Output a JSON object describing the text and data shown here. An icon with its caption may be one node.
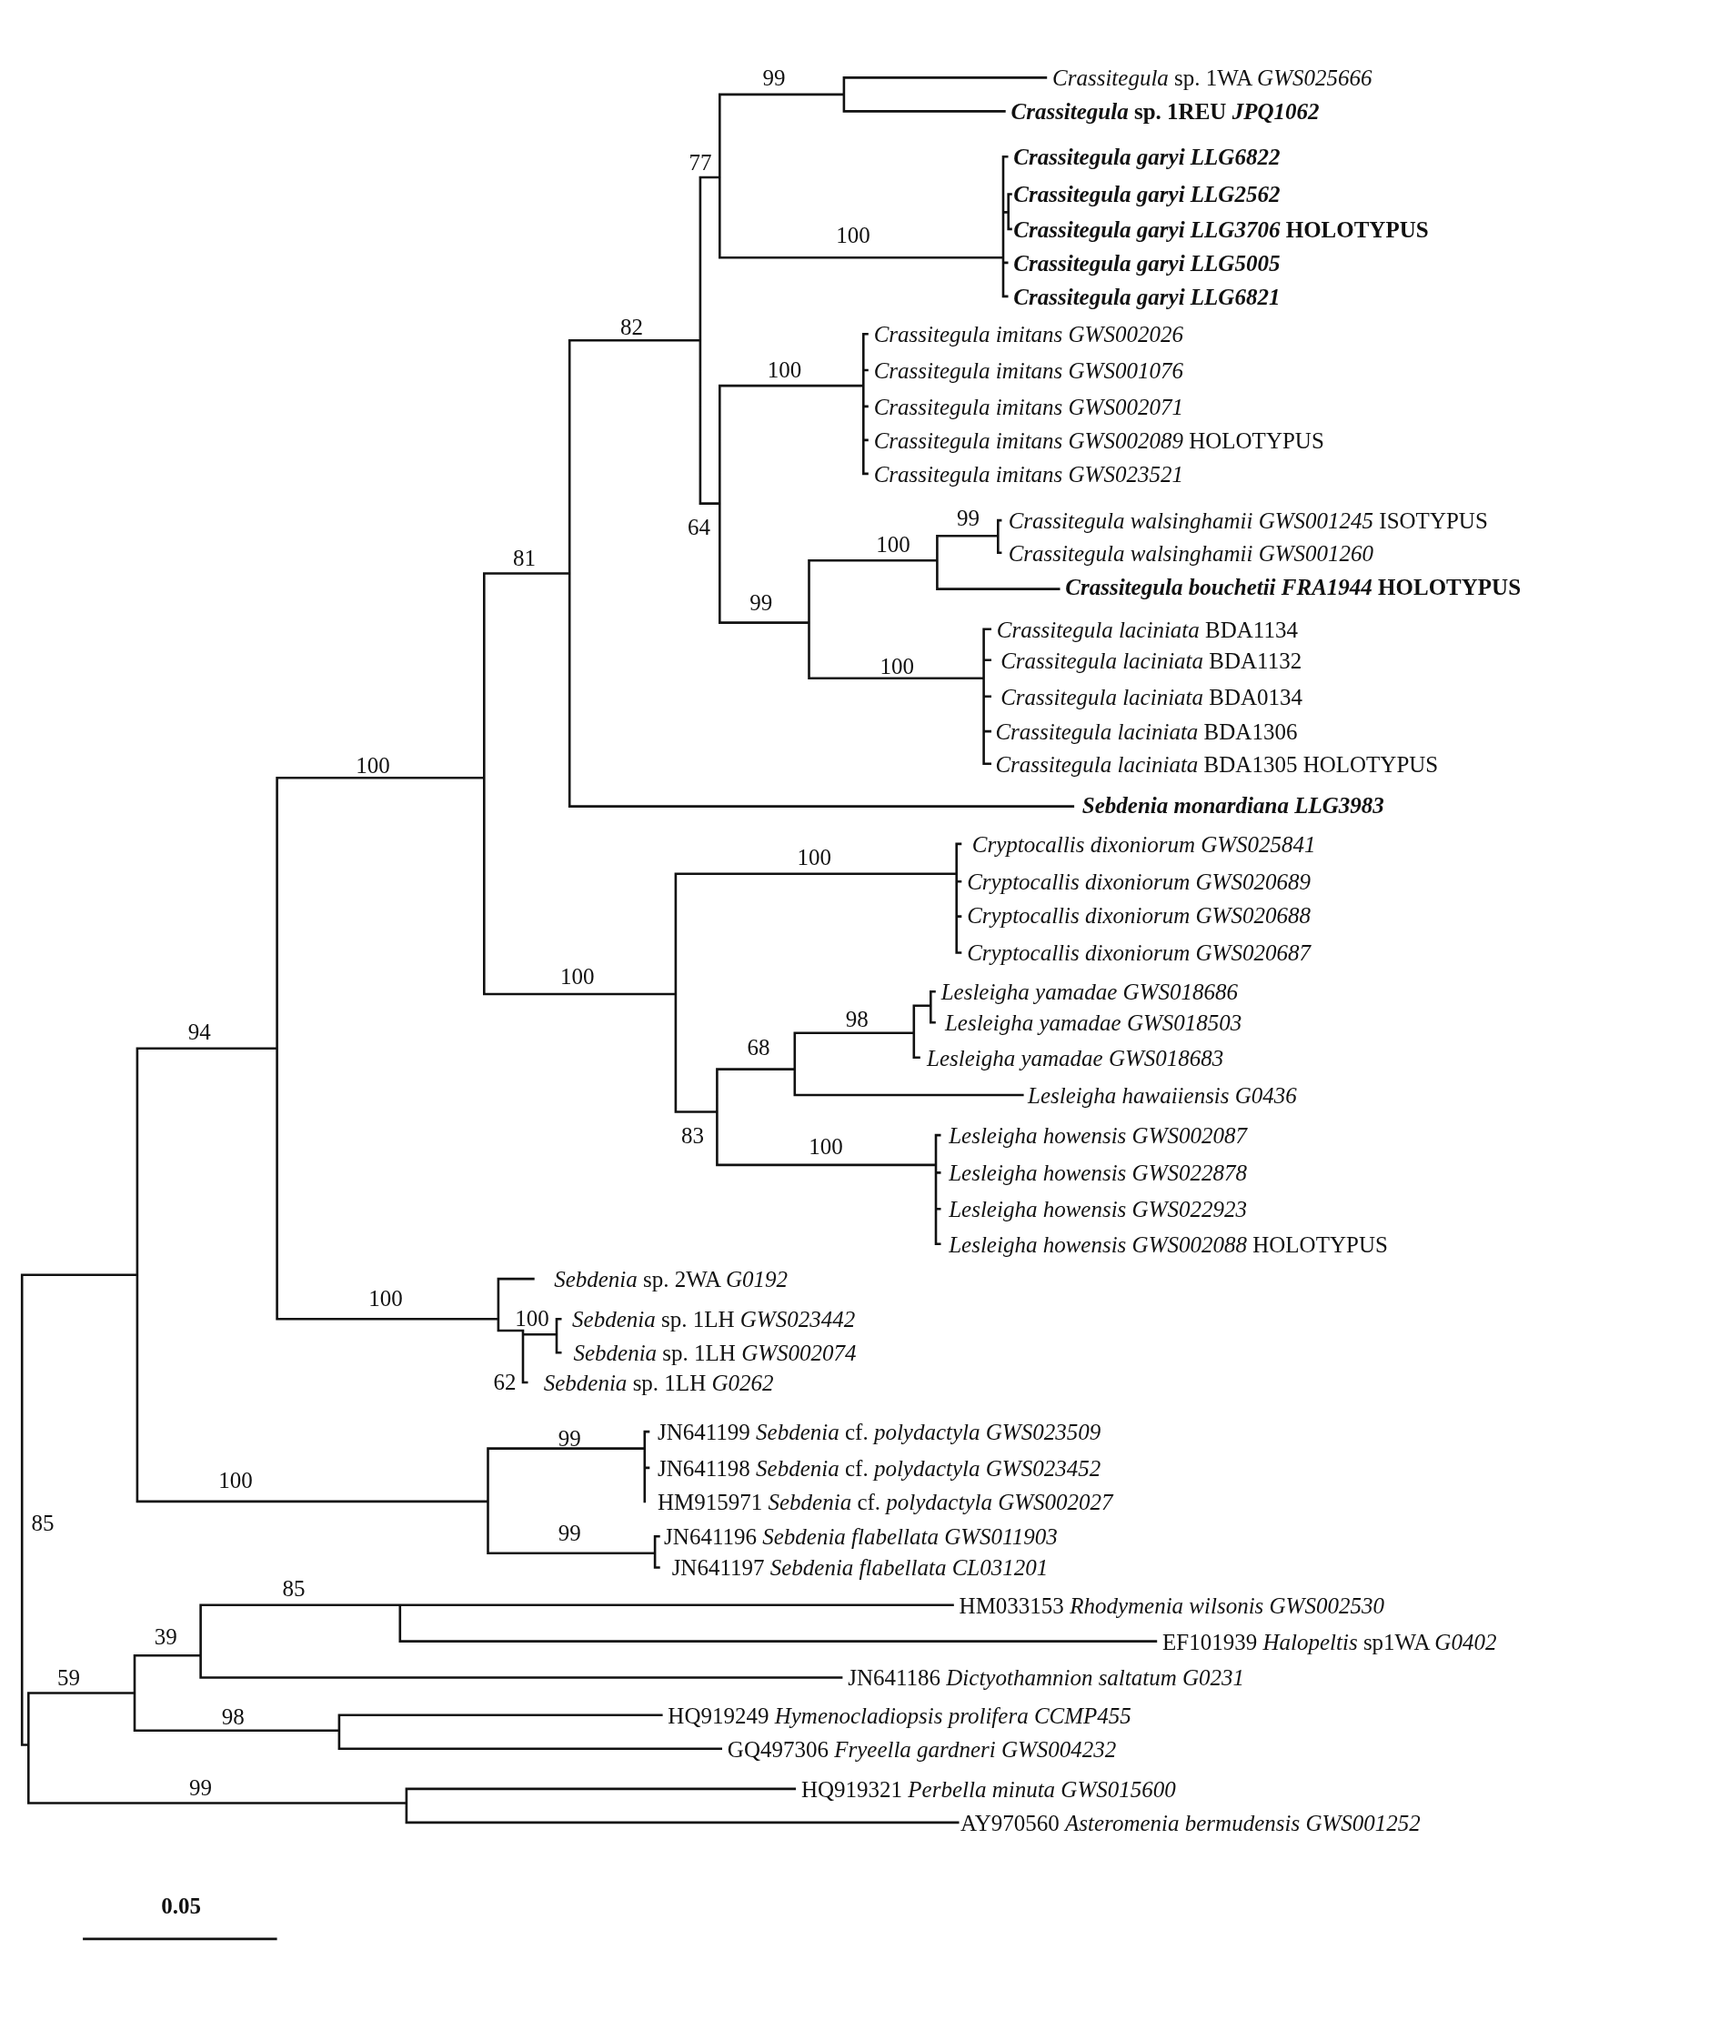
{
  "diagram": {
    "labels": [
      "99",
      "*Crassitegula* sp. 1WA *GWS025666*",
      "*Crassitegula* sp. 1REU *JPQ1062*",
      "*Crassitegula garyi LLG6822*",
      "77",
      "*Crassitegula garyi LLG2562*",
      "*Crassitegula garyi LLG3706* HOLOTYPUS",
      "100",
      "*Crassitegula garyi LLG5005*",
      "*Crassitegula garyi LLG6821*",
      "82",
      "*Crassitegula imitans GWS002026*",
      "100",
      "*Crassitegula imitans GWS001076*",
      "*Crassitegula imitans GWS002071*",
      "*Crassitegula imitans GWS002089* HOLOTYPUS",
      "*Crassitegula imitans GWS023521*",
      "99",
      "*Crassitegula walsinghamii GWS001245* ISOTYPUS",
      "64",
      "100",
      "*Crassitegula walsinghamii GWS001260*",
      "81",
      "*Crassitegula bouchetii FRA1944* HOLOTYPUS",
      "99",
      "*Crassitegula laciniata* BDA1134",
      "*Crassitegula laciniata* BDA1132",
      "100",
      "*Crassitegula laciniata* BDA0134",
      "*Crassitegula laciniata* BDA1306",
      "*Crassitegula laciniata* BDA1305 HOLOTYPUS",
      "100",
      "*Sebdenia monardiana LLG3983*",
      "*Cryptocallis dixoniorum GWS025841*",
      "100",
      "*Cryptocallis dixoniorum GWS020689*",
      "*Cryptocallis dixoniorum GWS020688*",
      "*Cryptocallis dixoniorum GWS020687*",
      "100",
      "*Lesleigha yamadae GWS018686*",
      "98",
      "*Lesleigha yamadae GWS018503*",
      "94",
      "68",
      "*Lesleigha yamadae GWS018683*",
      "*Lesleigha hawaiiensis G0436*",
      "*Lesleigha howensis GWS002087*",
      "83",
      "100",
      "*Lesleigha howensis GWS022878*",
      "*Lesleigha howensis GWS022923*",
      "*Lesleigha howensis GWS002088* HOLOTYPUS",
      "*Sebdenia* sp. 2WA *G0192*",
      "100",
      "100",
      "*Sebdenia* sp. 1LH *GWS023442*",
      "*Sebdenia* sp. 1LH *GWS002074*",
      "62",
      "*Sebdenia* sp. 1LH *G0262*",
      "JN641199 *Sebdenia* cf. *polydactyla GWS023509*",
      "99",
      "JN641198 *Sebdenia* cf. *polydactyla GWS023452*",
      "100",
      "HM915971 *Sebdenia* cf. *polydactyla GWS002027*",
      "85",
      "99",
      "JN641196 *Sebdenia flabellata GWS011903*",
      "JN641197 *Sebdenia flabellata CL031201*",
      "85",
      "HM033153 *Rhodymenia wilsonis GWS002530*",
      "39",
      "EF101939 *Halopeltis* sp1WA *G0402*",
      "59",
      "JN641186 *Dictyothamnion saltatum G0231*",
      "98",
      "HQ919249 *Hymenocladiopsis prolifera CCMP455*",
      "GQ497306 *Fryeella gardneri GWS004232*",
      "99",
      "HQ919321 *Perbella minuta GWS015600*",
      "AY970560 *Asteromenia bermudensis GWS001252*",
      "0.05"
    ]
  }
}
